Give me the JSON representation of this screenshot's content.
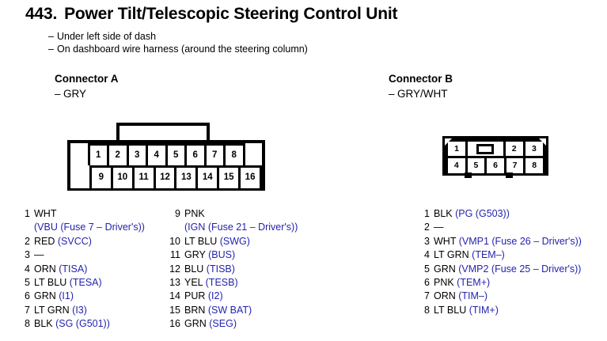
{
  "title": {
    "number": "443.",
    "text": "Power Tilt/Telescopic Steering Control Unit"
  },
  "locations": [
    "Under left side of dash",
    "On dashboard wire harness (around the steering column)"
  ],
  "colors": {
    "signal_blue": "#2424ae",
    "text_black": "#000000",
    "background": "#ffffff"
  },
  "connector_a": {
    "heading": "Connector A",
    "color": "GRY",
    "pin_count": 16,
    "diagram": {
      "top_row": [
        "1",
        "2",
        "3",
        "4",
        "5",
        "6",
        "7",
        "8"
      ],
      "bottom_row": [
        "9",
        "10",
        "11",
        "12",
        "13",
        "14",
        "15",
        "16"
      ],
      "has_latch_bracket": true
    },
    "pins_left": [
      {
        "num": "1",
        "wire": "WHT",
        "signal": "",
        "continuation": "(VBU (Fuse 7 – Driver's))"
      },
      {
        "num": "2",
        "wire": "RED",
        "signal": "(SVCC)"
      },
      {
        "num": "3",
        "wire": "—",
        "signal": ""
      },
      {
        "num": "4",
        "wire": "ORN",
        "signal": "(TISA)"
      },
      {
        "num": "5",
        "wire": "LT BLU",
        "signal": "(TESA)"
      },
      {
        "num": "6",
        "wire": "GRN",
        "signal": "(I1)"
      },
      {
        "num": "7",
        "wire": "LT GRN",
        "signal": "(I3)"
      },
      {
        "num": "8",
        "wire": "BLK",
        "signal": "(SG (G501))"
      }
    ],
    "pins_right": [
      {
        "num": "9",
        "wire": "PNK",
        "signal": "",
        "continuation": "(IGN (Fuse 21 – Driver's))"
      },
      {
        "num": "10",
        "wire": "LT BLU",
        "signal": "(SWG)"
      },
      {
        "num": "11",
        "wire": "GRY",
        "signal": "(BUS)"
      },
      {
        "num": "12",
        "wire": "BLU",
        "signal": "(TISB)"
      },
      {
        "num": "13",
        "wire": "YEL",
        "signal": "(TESB)"
      },
      {
        "num": "14",
        "wire": "PUR",
        "signal": "(I2)"
      },
      {
        "num": "15",
        "wire": "BRN",
        "signal": "(SW BAT)"
      },
      {
        "num": "16",
        "wire": "GRN",
        "signal": "(SEG)"
      }
    ]
  },
  "connector_b": {
    "heading": "Connector B",
    "color": "GRY/WHT",
    "pin_count": 8,
    "diagram": {
      "top_row": [
        "1",
        "latch-symbol",
        "2",
        "3"
      ],
      "bottom_row": [
        "4",
        "5",
        "6",
        "7",
        "8"
      ]
    },
    "pins": [
      {
        "num": "1",
        "wire": "BLK",
        "signal": "(PG (G503))"
      },
      {
        "num": "2",
        "wire": "—",
        "signal": ""
      },
      {
        "num": "3",
        "wire": "WHT",
        "signal": "(VMP1 (Fuse 26 – Driver's))"
      },
      {
        "num": "4",
        "wire": "LT GRN",
        "signal": "(TEM–)"
      },
      {
        "num": "5",
        "wire": "GRN",
        "signal": "(VMP2 (Fuse 25 – Driver's))"
      },
      {
        "num": "6",
        "wire": "PNK",
        "signal": "(TEM+)"
      },
      {
        "num": "7",
        "wire": "ORN",
        "signal": "(TIM–)"
      },
      {
        "num": "8",
        "wire": "LT BLU",
        "signal": "(TIM+)"
      }
    ]
  }
}
